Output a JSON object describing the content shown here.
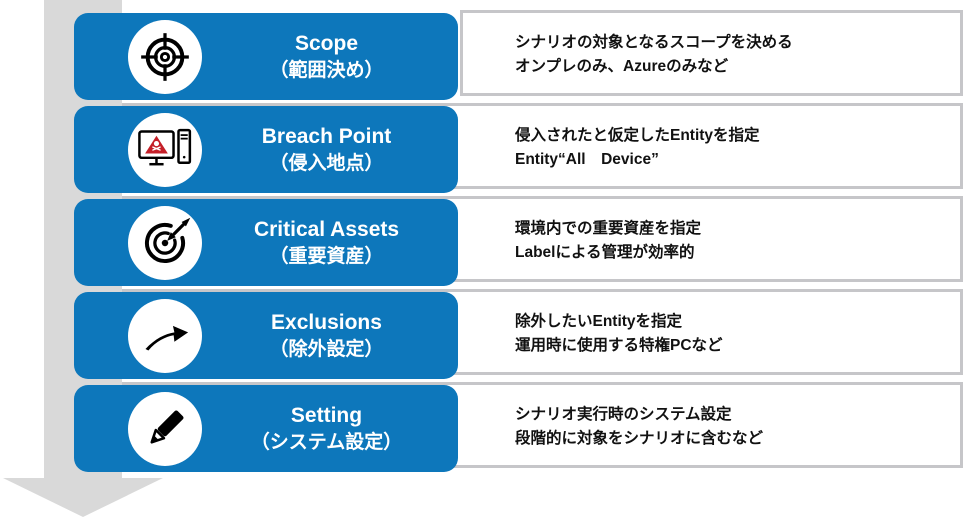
{
  "diagram": {
    "kind": "vertical-process-flow",
    "colors": {
      "accent_blue": "#0d77bb",
      "panel_border": "#c6c6c9",
      "arrow_gray": "#d9d9d9",
      "title_text": "#ffffff",
      "body_text": "#111111",
      "warning_red": "#c41f28"
    },
    "flow_arrow": {
      "direction": "down"
    }
  },
  "rows": [
    {
      "icon": "target-scope-icon",
      "title_en": "Scope",
      "title_ja": "（範囲決め）",
      "desc_line1": "シナリオの対象となるスコープを決める",
      "desc_line2": "オンプレのみ、Azureのみなど"
    },
    {
      "icon": "compromised-device-icon",
      "title_en": "Breach Point",
      "title_ja": "（侵入地点）",
      "desc_line1": "侵入されたと仮定したEntityを指定",
      "desc_line2": "Entity“All　Device”"
    },
    {
      "icon": "dartboard-icon",
      "title_en": "Critical Assets",
      "title_ja": "（重要資産）",
      "desc_line1": "環境内での重要資産を指定",
      "desc_line2": "Labelによる管理が効率的"
    },
    {
      "icon": "curved-arrow-icon",
      "title_en": "Exclusions",
      "title_ja": "（除外設定）",
      "desc_line1": "除外したいEntityを指定",
      "desc_line2": "運用時に使用する特権PCなど"
    },
    {
      "icon": "pencil-icon",
      "title_en": "Setting",
      "title_ja": "（システム設定）",
      "desc_line1": "シナリオ実行時のシステム設定",
      "desc_line2": "段階的に対象をシナリオに含むなど"
    }
  ]
}
